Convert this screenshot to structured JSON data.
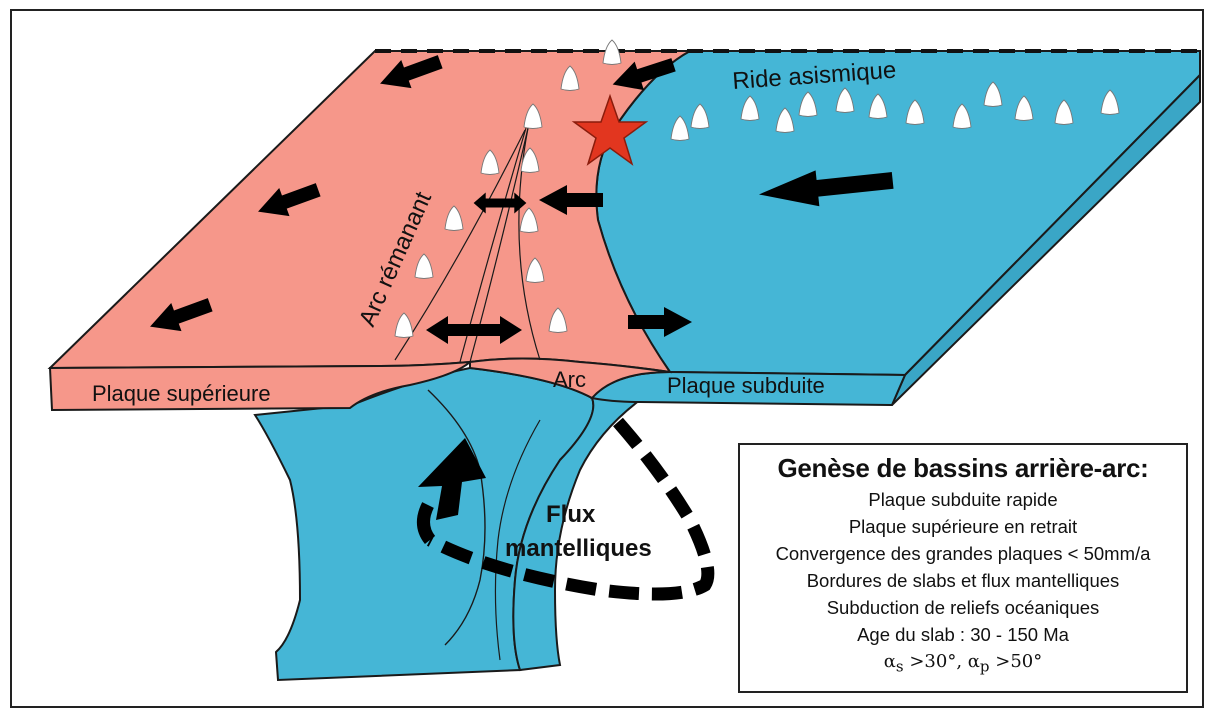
{
  "colors": {
    "upper_plate": "#f6978a",
    "subducted_plate": "#45b6d6",
    "outline": "#1a1a1a",
    "arrow": "#000000",
    "volcano": "#ffffff",
    "star": "#e2361f"
  },
  "labels": {
    "upper_plate": "Plaque supérieure",
    "subducted_plate": "Plaque subduite",
    "arc": "Arc",
    "remnant_arc": "Arc rémanant",
    "aseismic_ridge": "Ride asismique",
    "mantle_flow_line1": "Flux",
    "mantle_flow_line2": "mantelliques"
  },
  "legend": {
    "title": "Genèse de bassins arrière-arc:",
    "items": [
      "Plaque subduite rapide",
      "Plaque supérieure en retrait",
      "Convergence des grandes plaques < 50mm/a",
      "Bordures de slabs et flux mantelliques",
      "Subduction de reliefs océaniques",
      "Age du slab : 30 - 150 Ma"
    ],
    "angles": {
      "alpha": "α",
      "sub_s": "s",
      "value_s": " >30°, ",
      "sub_p": "p",
      "value_p": " >50°"
    }
  },
  "icons": [
    "plate-motion-arrow-icon",
    "volcano-icon",
    "earthquake-star-icon",
    "mantle-flow-arrow-icon"
  ]
}
